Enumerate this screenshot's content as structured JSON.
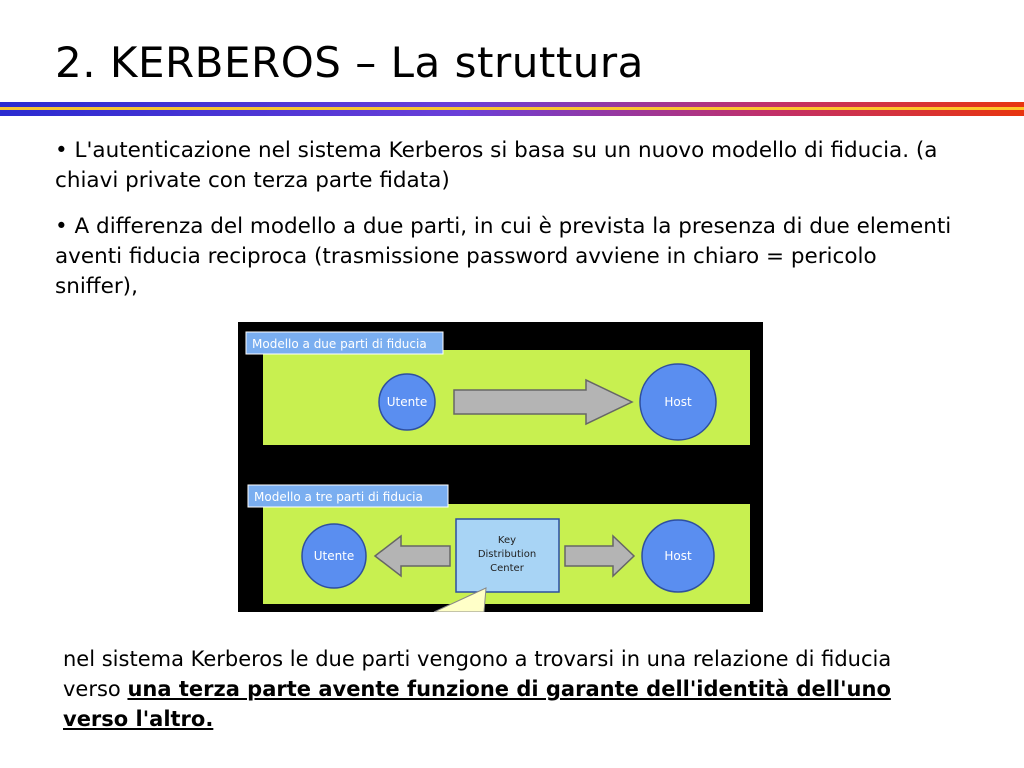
{
  "slide": {
    "title": "2. KERBEROS – La struttura",
    "bullets": [
      "• L'autenticazione nel sistema Kerberos si basa su un nuovo modello di fiducia. (a chiavi private con terza parte fidata)",
      "• A differenza del modello a due parti, in cui è prevista la presenza di due elementi aventi fiducia reciproca (trasmissione password avviene in chiaro = pericolo sniffer),"
    ],
    "closing": {
      "lead": "nel sistema Kerberos le due parti vengono a trovarsi in una relazione di fiducia verso ",
      "emphasis": "una terza parte avente funzione di garante dell'identità dell'uno verso l'altro."
    }
  },
  "diagram": {
    "panel1": {
      "label": "Modello a due parti di fiducia",
      "left_node": "Utente",
      "right_node": "Host"
    },
    "panel2": {
      "label": "Modello a tre parti di fiducia",
      "left_node": "Utente",
      "center_box_line1": "Key",
      "center_box_line2": "Distribution",
      "center_box_line3": "Center",
      "right_node": "Host"
    },
    "colors": {
      "background": "#000000",
      "panel_fill": "#c8f050",
      "label_fill": "#7aaef0",
      "node_fill": "#5a8ef0",
      "kdc_fill": "#a8d4f5",
      "arrow_fill": "#b4b4b4",
      "callout_fill": "#ffffc8"
    }
  }
}
